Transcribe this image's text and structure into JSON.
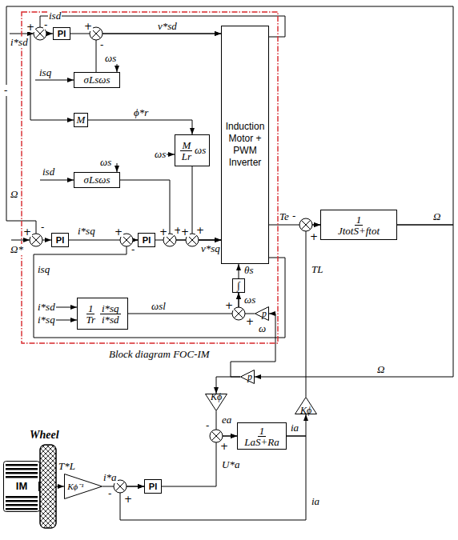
{
  "diagram": {
    "nodes": [
      {
        "text": [
          "Block diagram FOC-IM"
        ]
      },
      {
        "text": [
          "PI"
        ],
        "in": 0
      },
      {
        "text": [
          "σLsωs"
        ],
        "in": 0
      },
      {
        "text": [
          "M"
        ],
        "in": 0
      },
      {
        "text": [
          "M",
          "Lr",
          "ωs"
        ],
        "in": 0
      },
      {
        "text": [
          "σLsωs"
        ],
        "in": 0
      },
      {
        "text": [
          "Induction Motor + PWM Inverter"
        ],
        "in": 0
      },
      {
        "text": [
          "PI"
        ],
        "in": 0
      },
      {
        "text": [
          "PI"
        ],
        "in": 0
      },
      {
        "text": [
          "∫"
        ],
        "in": 0
      },
      {
        "text": [
          "1",
          "Tr",
          "i*sq",
          "i*sd"
        ],
        "in": 0
      },
      {
        "text": [
          "p"
        ],
        "in": 0
      },
      {
        "text": [
          "1",
          "JtotS+ftot"
        ]
      },
      {
        "text": [
          "p"
        ]
      },
      {
        "text": [
          "Kϕ"
        ]
      },
      {
        "text": [
          "Kϕ"
        ]
      },
      {
        "text": [
          "1",
          "LaS+Ra"
        ]
      },
      {
        "text": [
          "Kϕ⁻¹"
        ]
      },
      {
        "text": [
          "PI"
        ]
      },
      {
        "text": [
          "IM"
        ]
      }
    ],
    "edges": [
      {
        "from": 1,
        "to": 6,
        "arrow": "to"
      },
      {
        "from": 2,
        "to": 6,
        "arrow": "to"
      },
      {
        "from": 6,
        "to": 1,
        "arrow": "to"
      },
      {
        "from": 3,
        "to": 4,
        "arrow": "to"
      },
      {
        "from": 4,
        "to": 6,
        "arrow": "to"
      },
      {
        "from": 5,
        "to": 6,
        "arrow": "to"
      },
      {
        "from": 7,
        "to": 8,
        "arrow": "to"
      },
      {
        "from": 8,
        "to": 6,
        "arrow": "to"
      },
      {
        "from": 6,
        "to": 8,
        "arrow": "to"
      },
      {
        "from": 10,
        "to": 9,
        "arrow": "to"
      },
      {
        "from": 11,
        "to": 9,
        "arrow": "to"
      },
      {
        "from": 9,
        "to": 6,
        "arrow": "to"
      },
      {
        "from": 6,
        "to": 12,
        "arrow": "to"
      },
      {
        "from": 15,
        "to": 12,
        "arrow": "to"
      },
      {
        "from": 12,
        "to": 7,
        "arrow": "to"
      },
      {
        "from": 12,
        "to": 13,
        "arrow": "to"
      },
      {
        "from": 13,
        "to": 14,
        "arrow": "to"
      },
      {
        "from": 13,
        "to": 11,
        "arrow": "to"
      },
      {
        "from": 14,
        "to": 16,
        "arrow": "to"
      },
      {
        "from": 18,
        "to": 16,
        "arrow": "to"
      },
      {
        "from": 16,
        "to": 15,
        "arrow": "to"
      },
      {
        "from": 16,
        "to": 18,
        "arrow": "to"
      },
      {
        "from": 19,
        "to": 17,
        "arrow": "to"
      },
      {
        "from": 17,
        "to": 18,
        "arrow": "to"
      }
    ],
    "labels": [
      "isd",
      "i*sd",
      "v*sd",
      "ωs",
      "isq",
      "ϕ*r",
      "ωs",
      "isd",
      "ωs",
      "Ω",
      "Ω*",
      "i*sq",
      "v*sq",
      "isq",
      "θs",
      "i*sd",
      "i*sq",
      "ωsl",
      "ωs",
      "ω",
      "Te",
      "Ω",
      "TL",
      "Ω",
      "ea",
      "ia",
      "U*a",
      "ia",
      "T*L",
      "i*a",
      "Wheel",
      "+",
      "-",
      "+",
      "-",
      "+",
      "-",
      "+",
      "-",
      "+",
      "+",
      "+",
      "+",
      "+",
      "+",
      "-",
      "+",
      "-",
      "+",
      "-",
      "+",
      "-"
    ]
  }
}
